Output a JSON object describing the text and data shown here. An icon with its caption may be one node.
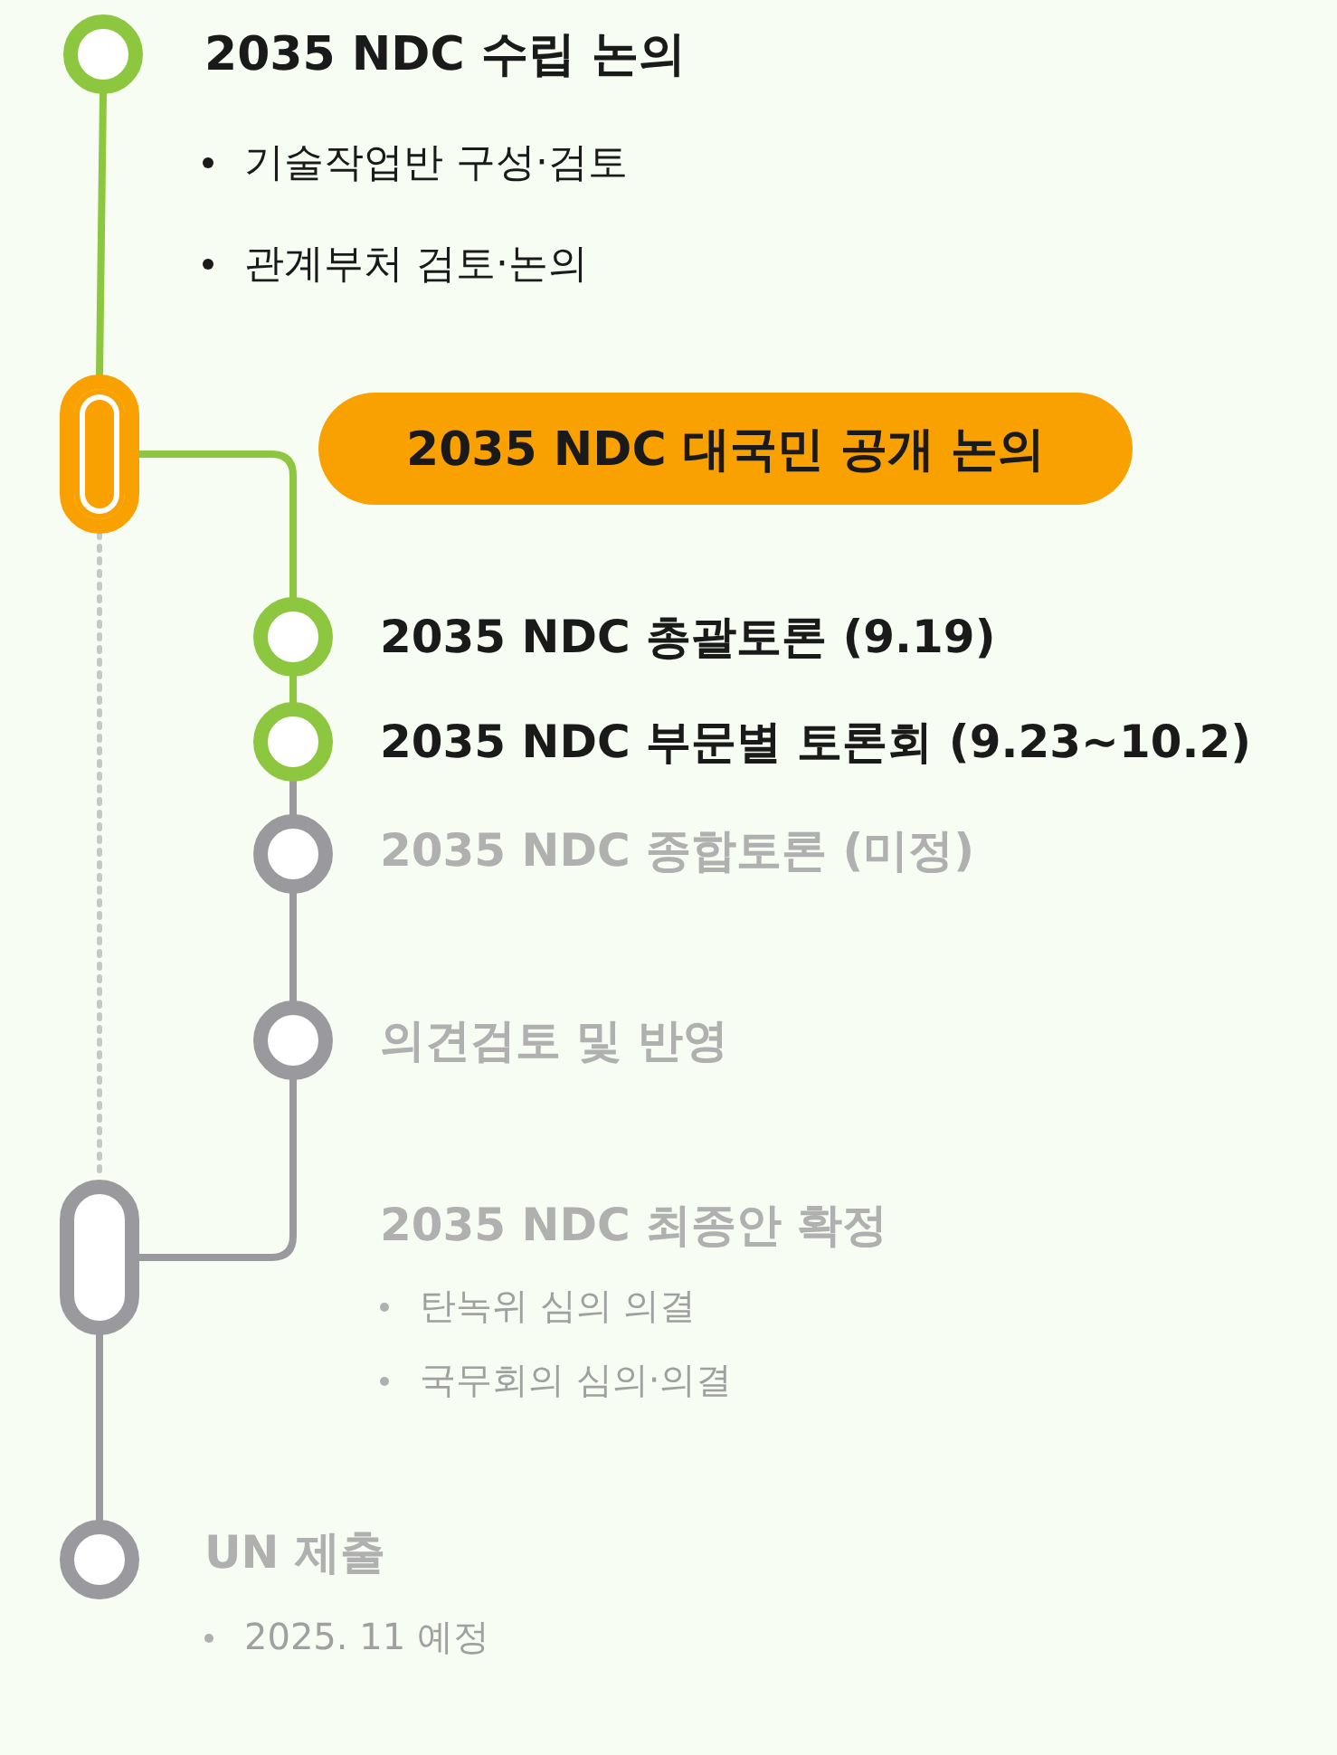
{
  "diagram": {
    "nodes": [
      {
        "text": [],
        "shape": "circle",
        "beside": [
          "2035 NDC 수립 논의",
          "기술작업반 구성·검토",
          "관계부처 검토·논의"
        ]
      },
      {
        "text": [],
        "shape": "pill"
      },
      {
        "text": [
          "2035 NDC 대국민 공개 논의"
        ]
      },
      {
        "text": [],
        "shape": "circle",
        "beside": [
          "2035 NDC 총괄토론 (9.19)"
        ]
      },
      {
        "text": [],
        "shape": "circle",
        "beside": [
          "2035 NDC 부문별 토론회 (9.23~10.2)"
        ]
      },
      {
        "text": [],
        "shape": "circle",
        "beside": [
          "2035 NDC 종합토론 (미정)"
        ]
      },
      {
        "text": [],
        "shape": "circle",
        "beside": [
          "의견검토 및 반영"
        ]
      },
      {
        "text": [],
        "shape": "pill",
        "beside": [
          "2035 NDC 최종안 확정",
          "탄녹위 심의 의결",
          "국무회의 심의·의결"
        ]
      },
      {
        "text": [],
        "shape": "circle",
        "beside": [
          "UN 제출",
          "2025. 11 예정"
        ]
      }
    ],
    "edges": [
      {
        "from": 0,
        "to": 1,
        "arrow": "none",
        "color": "#8dc63f"
      },
      {
        "from": 1,
        "to": 3,
        "arrow": "none",
        "color": "#8dc63f"
      },
      {
        "from": 3,
        "to": 4,
        "arrow": "none",
        "color": "#8dc63f"
      },
      {
        "from": 4,
        "to": 5,
        "arrow": "none"
      },
      {
        "from": 5,
        "to": 6,
        "arrow": "none"
      },
      {
        "from": 6,
        "to": 7,
        "arrow": "none"
      },
      {
        "from": 1,
        "to": 7,
        "arrow": "none",
        "style": "dashed"
      },
      {
        "from": 7,
        "to": 8,
        "arrow": "none"
      }
    ]
  }
}
